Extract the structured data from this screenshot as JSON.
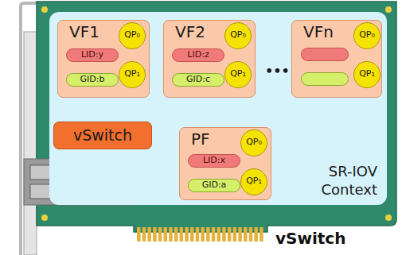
{
  "diagram": {
    "nodes": [
      {
        "text": [
          "SR-IOV Context"
        ]
      },
      {
        "text": [
          "VF1"
        ],
        "in": 0
      },
      {
        "text": [
          "LID:y"
        ],
        "in": 1
      },
      {
        "text": [
          "GID:b"
        ],
        "in": 1
      },
      {
        "text": [
          "QP₀"
        ],
        "in": 1
      },
      {
        "text": [
          "QP₁"
        ],
        "in": 1
      },
      {
        "text": [
          "VF2"
        ],
        "in": 0
      },
      {
        "text": [
          "LID:z"
        ],
        "in": 6
      },
      {
        "text": [
          "GID:c"
        ],
        "in": 6
      },
      {
        "text": [
          "QP₀"
        ],
        "in": 6
      },
      {
        "text": [
          "QP₁"
        ],
        "in": 6
      },
      {
        "text": [
          "VFn"
        ],
        "in": 0
      },
      {
        "text": [
          "QP₀"
        ],
        "in": 11
      },
      {
        "text": [
          "QP₁"
        ],
        "in": 11
      },
      {
        "text": [
          "vSwitch"
        ],
        "in": 0
      },
      {
        "text": [
          "PF"
        ],
        "in": 0
      },
      {
        "text": [
          "LID:x"
        ],
        "in": 15
      },
      {
        "text": [
          "GID:a"
        ],
        "in": 15
      },
      {
        "text": [
          "QP₀"
        ],
        "in": 15
      },
      {
        "text": [
          "QP₁"
        ],
        "in": 15
      }
    ],
    "edges": [
      {
        "from": 14,
        "to": 1,
        "arrow": "none"
      },
      {
        "from": 14,
        "to": 6,
        "arrow": "none"
      },
      {
        "from": 14,
        "to": 11,
        "arrow": "none"
      },
      {
        "from": 14,
        "to": 15,
        "arrow": "none"
      }
    ],
    "labels": [
      "•••",
      "vSwitch"
    ]
  }
}
